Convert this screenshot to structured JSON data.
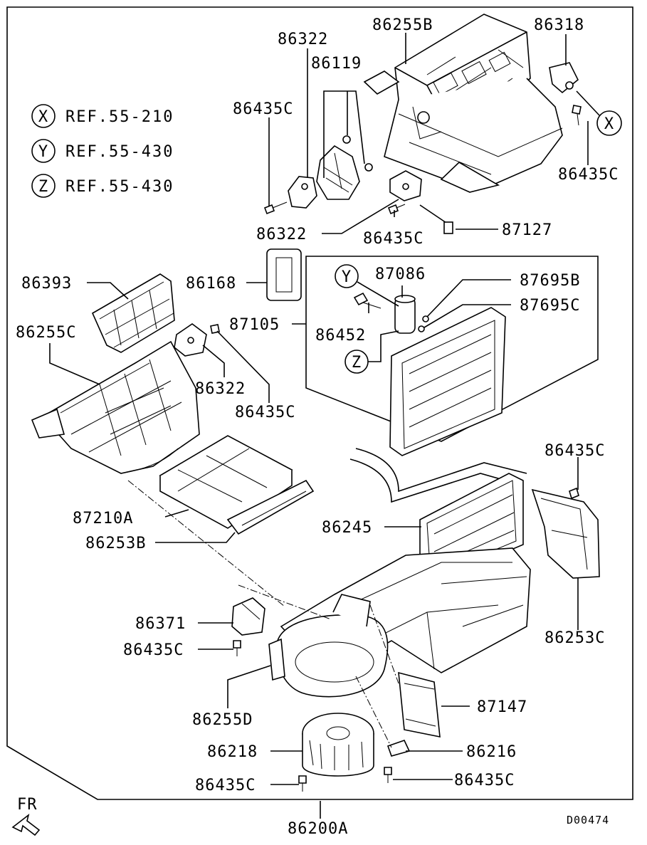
{
  "diagram": {
    "code": "D00474",
    "direction_label": "FR",
    "references": [
      {
        "key": "X",
        "text": "REF.55-210"
      },
      {
        "key": "Y",
        "text": "REF.55-430"
      },
      {
        "key": "Z",
        "text": "REF.55-430"
      }
    ],
    "callout_markers": {
      "x": "X",
      "y": "Y",
      "z": "Z"
    },
    "labels": {
      "p86322_top": "86322",
      "p86255B": "86255B",
      "p86318": "86318",
      "p86119": "86119",
      "p86435C_a": "86435C",
      "p86435C_b": "86435C",
      "p86322_mid": "86322",
      "p86435C_c": "86435C",
      "p87127": "87127",
      "p86393": "86393",
      "p86168": "86168",
      "p87086": "87086",
      "p87695B": "87695B",
      "p87695C": "87695C",
      "p86255C": "86255C",
      "p87105": "87105",
      "p86452": "86452",
      "p86322_low": "86322",
      "p86435C_d": "86435C",
      "p86435C_e": "86435C",
      "p87210A": "87210A",
      "p86253B": "86253B",
      "p86245": "86245",
      "p86371": "86371",
      "p86435C_f": "86435C",
      "p86253C": "86253C",
      "p86255D": "86255D",
      "p87147": "87147",
      "p86218": "86218",
      "p86216": "86216",
      "p86435C_g": "86435C",
      "p86435C_h": "86435C",
      "p86200A": "86200A"
    }
  }
}
